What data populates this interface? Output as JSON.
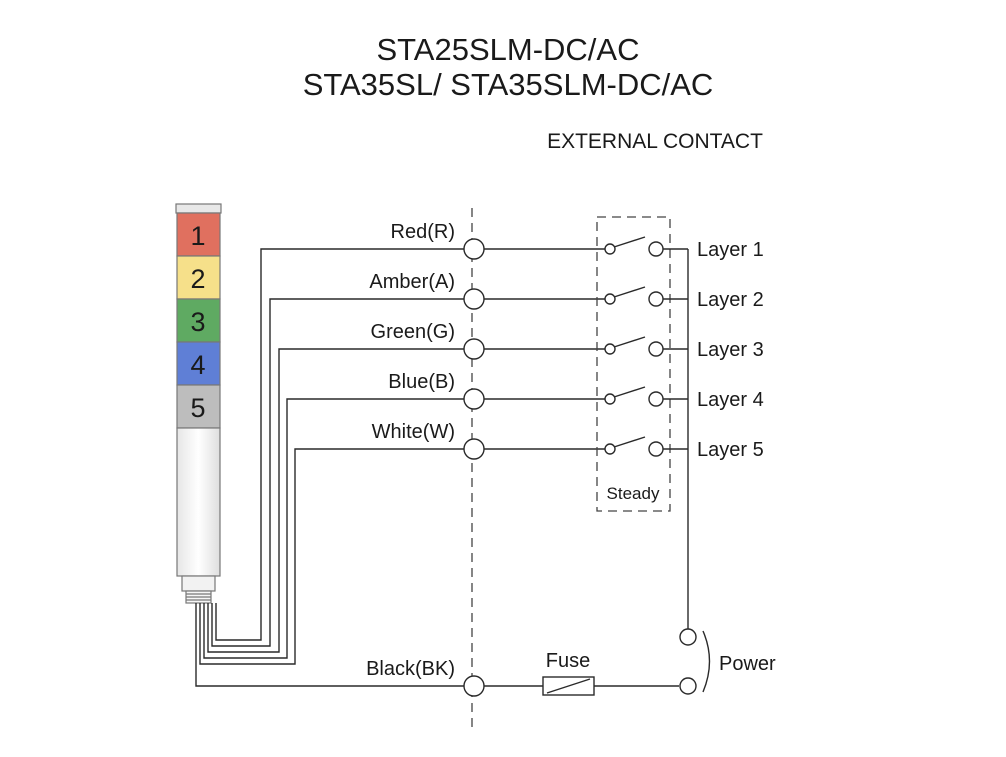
{
  "title_line1": "STA25SLM-DC/AC",
  "title_line2": "STA35SL/ STA35SLM-DC/AC",
  "subtitle": "EXTERNAL CONTACT",
  "tower": {
    "segments": [
      {
        "number": "1",
        "color": "#e0705f"
      },
      {
        "number": "2",
        "color": "#f6e08a"
      },
      {
        "number": "3",
        "color": "#5faa62"
      },
      {
        "number": "4",
        "color": "#5f7fd6"
      },
      {
        "number": "5",
        "color": "#bdbdbd"
      }
    ]
  },
  "wires": [
    "Red(R)",
    "Amber(A)",
    "Green(G)",
    "Blue(B)",
    "White(W)"
  ],
  "layers": [
    "Layer 1",
    "Layer 2",
    "Layer 3",
    "Layer 4",
    "Layer 5"
  ],
  "steady_label": "Steady",
  "black_wire": "Black(BK)",
  "fuse_label": "Fuse",
  "power_label": "Power"
}
